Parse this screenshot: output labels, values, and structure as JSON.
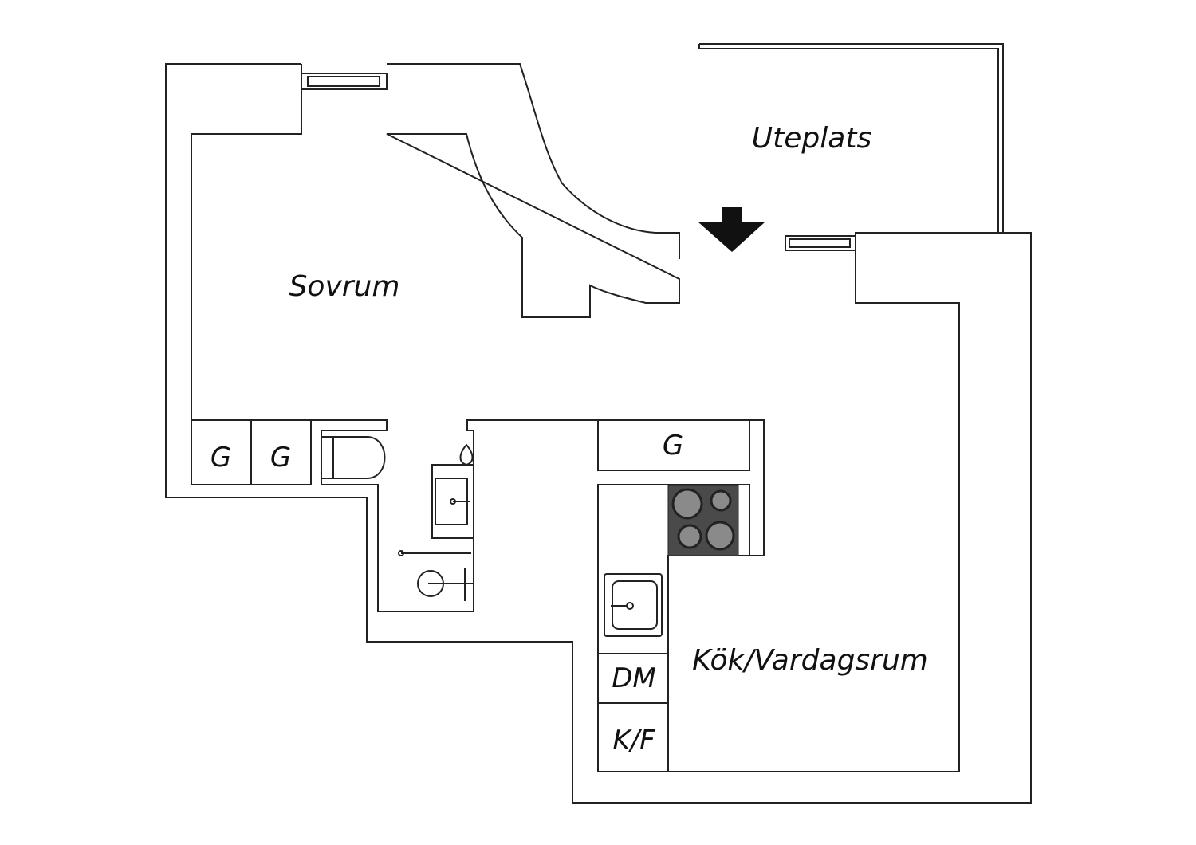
{
  "rooms": {
    "sovrum": "Sovrum",
    "uteplats": "Uteplats",
    "kok_vardagsrum": "Kök/Vardagsrum"
  },
  "fixtures": {
    "closet_1": "G",
    "closet_2": "G",
    "closet_kitchen": "G",
    "dishwasher": "DM",
    "fridge_freezer": "K/F"
  },
  "colors": {
    "line": "#222222",
    "stove": "#4a4a4a",
    "burner": "#8a8a8a"
  }
}
